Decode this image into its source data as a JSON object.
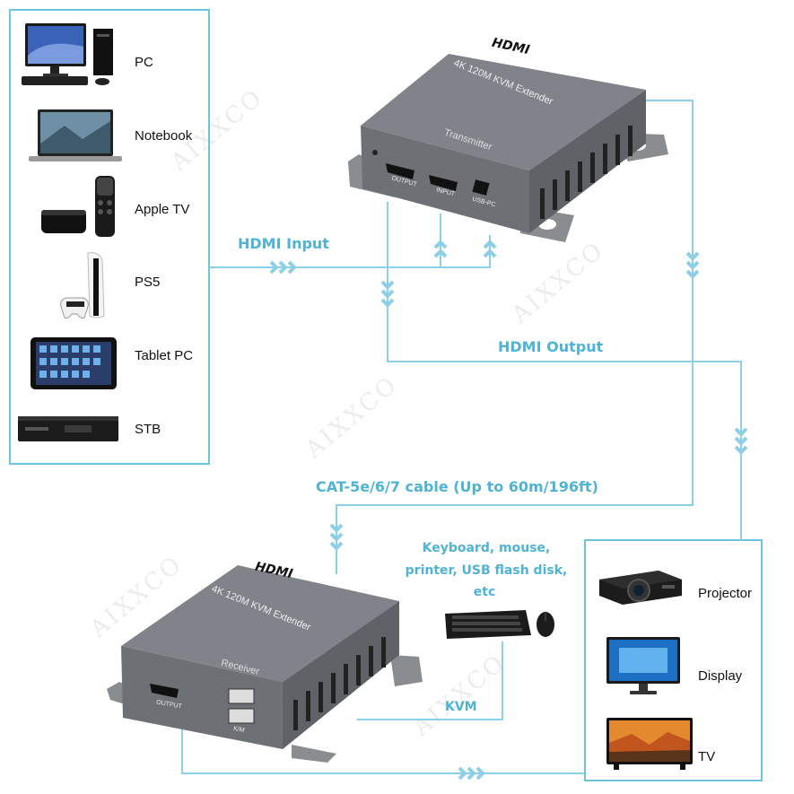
{
  "sources": [
    {
      "label": "PC",
      "icon": "pc-icon"
    },
    {
      "label": "Notebook",
      "icon": "notebook-icon"
    },
    {
      "label": "Apple TV",
      "icon": "apple-tv-icon"
    },
    {
      "label": "PS5",
      "icon": "ps5-icon"
    },
    {
      "label": "Tablet PC",
      "icon": "tablet-icon"
    },
    {
      "label": "STB",
      "icon": "stb-icon"
    }
  ],
  "displays": [
    {
      "label": "Projector",
      "icon": "projector-icon"
    },
    {
      "label": "Display",
      "icon": "monitor-icon"
    },
    {
      "label": "TV",
      "icon": "tv-icon"
    }
  ],
  "connections": {
    "hdmi_input": "HDMI Input",
    "hdmi_output": "HDMI Output",
    "cable": "CAT-5e/6/7 cable (Up to 60m/196ft)",
    "peripherals_line1": "Keyboard, mouse,",
    "peripherals_line2": "printer, USB flash disk,",
    "peripherals_line3": "etc",
    "kvm": "KVM"
  },
  "transmitter": {
    "brand": "HDMI",
    "model": "4K 120M KVM Extender",
    "name": "Transmitter",
    "port_output": "OUTPUT",
    "port_input": "INPUT",
    "port_usb": "USB-PC"
  },
  "receiver": {
    "brand": "HDMI",
    "model": "4K 120M KVM Extender",
    "name": "Receiver",
    "port_output": "OUTPUT",
    "port_km": "K/M"
  },
  "watermark": "AIXXCO",
  "colors": {
    "accent": "#4fb3d6",
    "device_body": "#7c8082"
  }
}
